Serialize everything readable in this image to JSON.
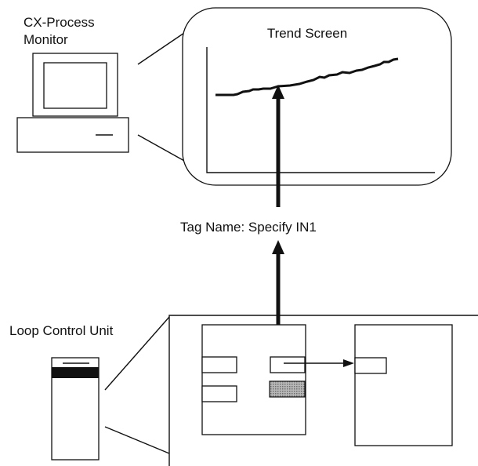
{
  "monitor": {
    "label_line1": "CX-Process",
    "label_line2": "Monitor"
  },
  "trend": {
    "title": "Trend Screen"
  },
  "tag": {
    "text": "Tag Name: Specify IN1"
  },
  "loop_unit": {
    "label": "Loop Control Unit"
  },
  "colors": {
    "line": "#111111",
    "shaded_block": "#9a9a9a"
  }
}
